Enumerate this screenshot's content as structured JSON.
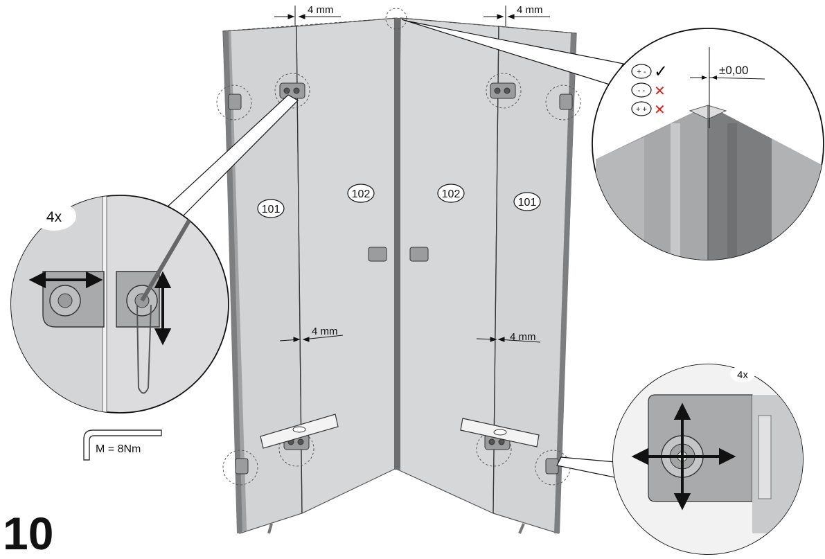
{
  "step_number": "10",
  "dimensions": {
    "gap_top_left": "4 mm",
    "gap_top_right": "4 mm",
    "gap_mid_left": "4 mm",
    "gap_mid_right": "4 mm",
    "corner_tolerance": "±0,00"
  },
  "parts": {
    "outer_left": "101",
    "inner_left": "102",
    "inner_right": "102",
    "outer_right": "101"
  },
  "callouts": {
    "hinge_detail_count": "4x",
    "foot_detail_count": "4x"
  },
  "legend": {
    "plus_minus": "+ -",
    "minus_minus": "- -",
    "plus_plus": "+ +",
    "ok_mark": "✓",
    "bad_mark": "✕",
    "ok_color": "#000000",
    "bad_color": "#e2231a"
  },
  "torque": "M = 8Nm"
}
